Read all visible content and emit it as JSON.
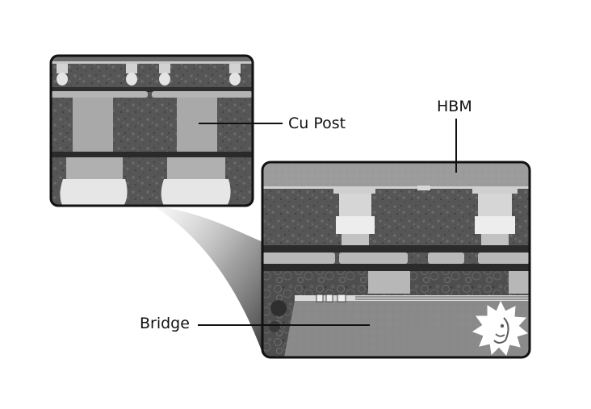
{
  "labels": {
    "cu_post": "Cu Post",
    "hbm": "HBM",
    "bridge": "Bridge"
  },
  "icons": {
    "watermark": "sun-face-logo-icon"
  },
  "colors": {
    "frame": "#111111",
    "fill_matrix": "#5b5b5b",
    "copper_post": "#a9a9a9",
    "solder": "#e6e6e6",
    "hbm_layer": "#9a9a9a",
    "bridge_die": "#8a8a8a",
    "leader_line": "#111111"
  }
}
